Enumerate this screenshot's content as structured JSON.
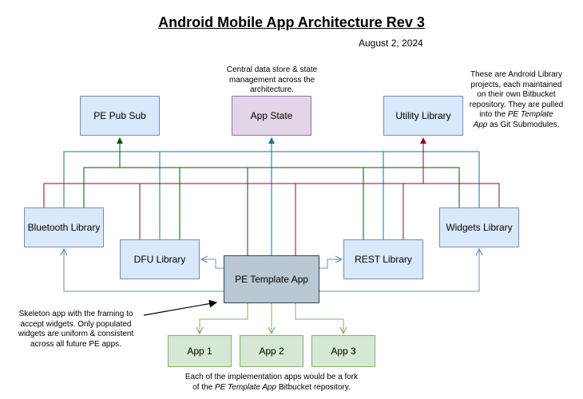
{
  "title": "Android Mobile App Architecture Rev 3",
  "date": "August 2, 2024",
  "nodes": {
    "pe_pub_sub": "PE Pub Sub",
    "app_state": "App State",
    "utility_library": "Utility Library",
    "bluetooth_library": "Bluetooth Library",
    "widgets_library": "Widgets Library",
    "dfu_library": "DFU Library",
    "rest_library": "REST Library",
    "pe_template_app": "PE Template App",
    "app1": "App 1",
    "app2": "App 2",
    "app3": "App 3"
  },
  "notes": {
    "app_state": [
      "Central data store & state",
      "management across the architecture."
    ],
    "libraries": {
      "line1": "These are Android Library",
      "line2": "projects, each maintained",
      "line3": "on their own Bitbucket",
      "line4": "repository. They are pulled",
      "line5_pre": "into the ",
      "line5_em": "PE Template",
      "line6_em": "App",
      "line6_post": " as Git Submodules."
    },
    "skeleton": [
      "Skeleton app with the framing to",
      "accept widgets. Only populated",
      "widgets are uniform & consistent",
      "across all future PE apps."
    ],
    "fork": {
      "line1": "Each of the implementation apps would be a fork",
      "line2_pre": "of the ",
      "line2_em": "PE Template App",
      "line2_post": " Bitbucket repository."
    }
  },
  "colors": {
    "blue_line": "#10739e",
    "green_line": "#005700",
    "purple_line": "#a20025",
    "light_blue_arrow": "#6c8ebf",
    "light_green_arrow": "#82b366"
  }
}
